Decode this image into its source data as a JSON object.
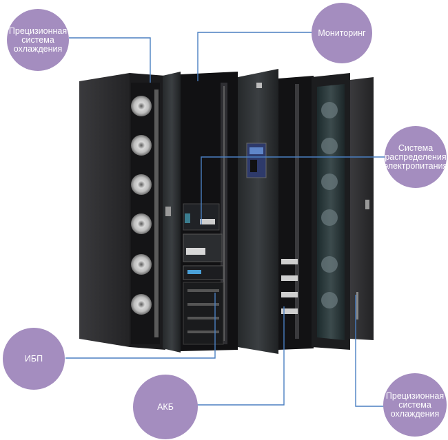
{
  "colors": {
    "bubble": "#a48dbf",
    "leader_line": "#4a7fc1",
    "cabinet": "#2a2a2c",
    "background": "#ffffff"
  },
  "callouts": {
    "cooling_left": [
      "Прецизионная",
      "система",
      "охлаждения"
    ],
    "monitoring": [
      "Мониторинг"
    ],
    "power_distribution": [
      "Система",
      "распределения",
      "электропитания"
    ],
    "ups": [
      "ИБП"
    ],
    "battery": [
      "АКБ"
    ],
    "cooling_right": [
      "Прецизионная",
      "система",
      "охлаждения"
    ]
  }
}
